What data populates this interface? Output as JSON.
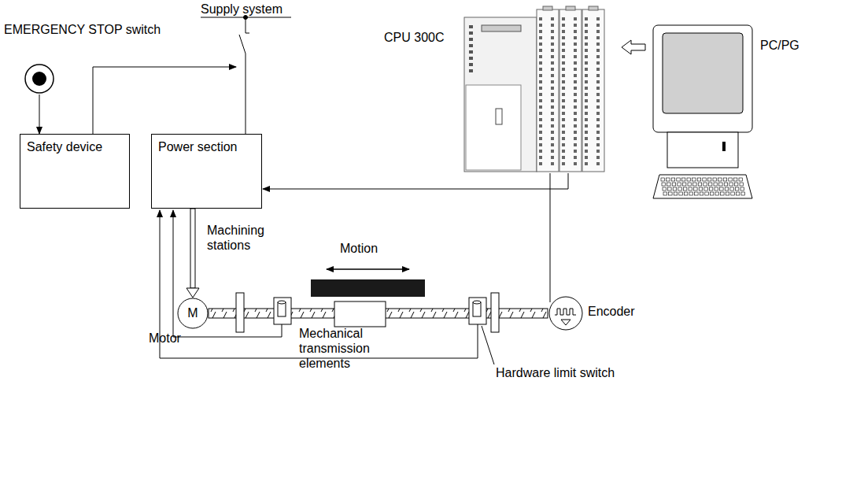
{
  "diagram": {
    "nodes": [
      {
        "text": [
          "EMERGENCY STOP switch"
        ]
      },
      {
        "text": [
          "Safety device"
        ]
      },
      {
        "text": [
          "Power section"
        ]
      },
      {
        "text": [
          "CPU 300C"
        ]
      },
      {
        "text": [
          "PC/PG"
        ]
      },
      {
        "text": [
          "M",
          "Motor"
        ]
      },
      {
        "text": [
          "Encoder"
        ]
      }
    ],
    "edges": [
      {
        "from": 0,
        "to": 1,
        "arrow": "to"
      },
      {
        "from": 3,
        "to": 2,
        "arrow": "to"
      },
      {
        "from": 2,
        "to": 5,
        "label": "Machining stations",
        "arrow": "to"
      },
      {
        "from": 6,
        "to": 3,
        "arrow": "none"
      },
      {
        "from": 4,
        "to": 3,
        "arrow": "to"
      }
    ],
    "labels": [
      "Supply system",
      "Motion",
      "Mechanical transmission elements",
      "Hardware limit switch"
    ]
  }
}
